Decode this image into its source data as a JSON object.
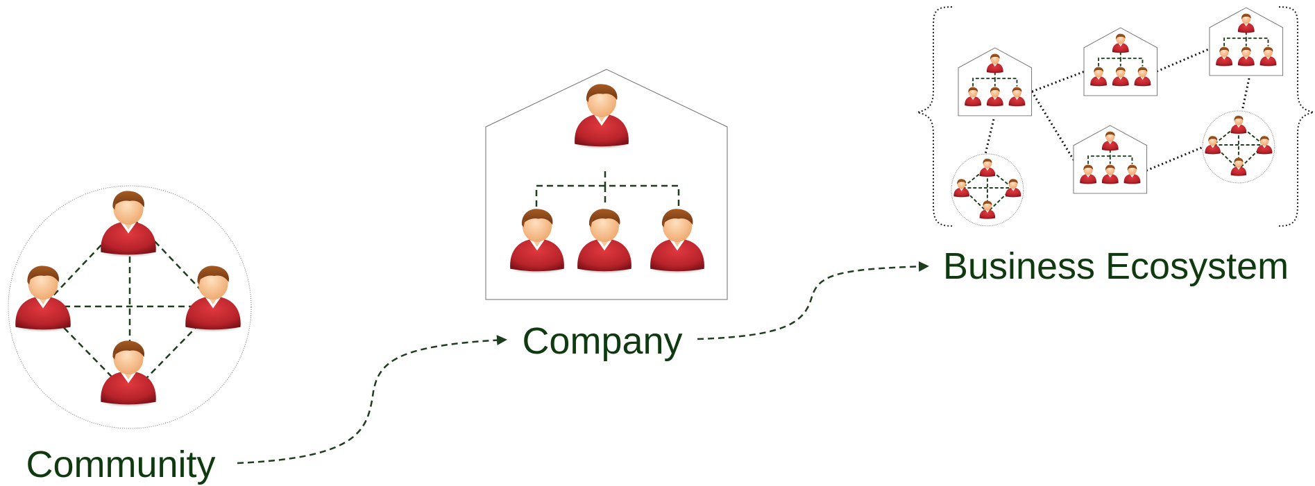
{
  "labels": {
    "community": "Community",
    "company": "Company",
    "ecosystem": "Business Ecosystem"
  },
  "colors": {
    "label": "#0f3a0f",
    "connector": "#1e3d1e",
    "person_shirt": "#c0262b",
    "person_face": "#f6c48f",
    "person_hair": "#8a4a1c",
    "outline": "#7a7a7a",
    "network_link": "#111111"
  },
  "icons": [
    "person-icon"
  ]
}
